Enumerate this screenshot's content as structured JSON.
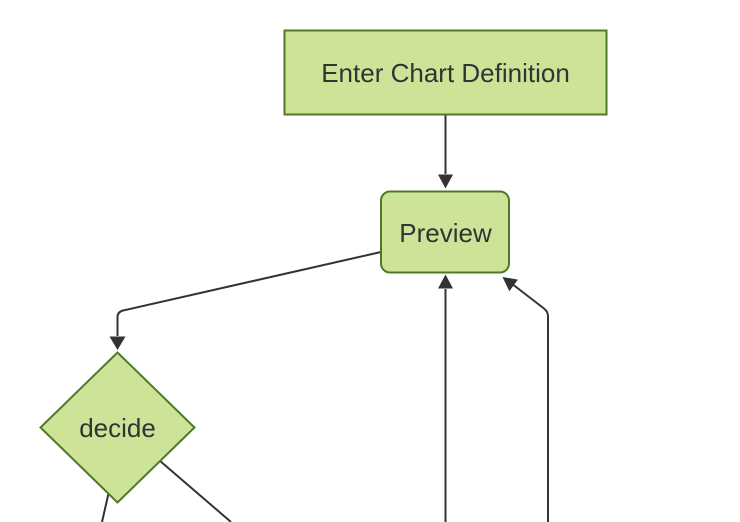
{
  "diagram": {
    "type": "flowchart",
    "direction": "top-down",
    "nodes": [
      {
        "id": "A",
        "label": "Enter Chart Definition",
        "shape": "rectangle"
      },
      {
        "id": "B",
        "label": "Preview",
        "shape": "rounded-rectangle"
      },
      {
        "id": "C",
        "label": "decide",
        "shape": "diamond"
      }
    ],
    "edges": [
      {
        "from": "A",
        "to": "B",
        "arrow": true
      },
      {
        "from": "B",
        "to": "C",
        "arrow": true
      },
      {
        "from": "offscreen-bottom-center",
        "to": "B",
        "arrow": true
      },
      {
        "from": "offscreen-bottom-right",
        "to": "B",
        "arrow": true
      },
      {
        "from": "C",
        "to": "offscreen-bottom-left",
        "arrow": false
      },
      {
        "from": "C",
        "to": "offscreen-bottom-right",
        "arrow": false
      }
    ],
    "colors": {
      "node_fill": "#cde498",
      "node_border": "#4e7a28",
      "edge_line": "#333333",
      "text": "#333333",
      "background": "#ffffff"
    }
  }
}
